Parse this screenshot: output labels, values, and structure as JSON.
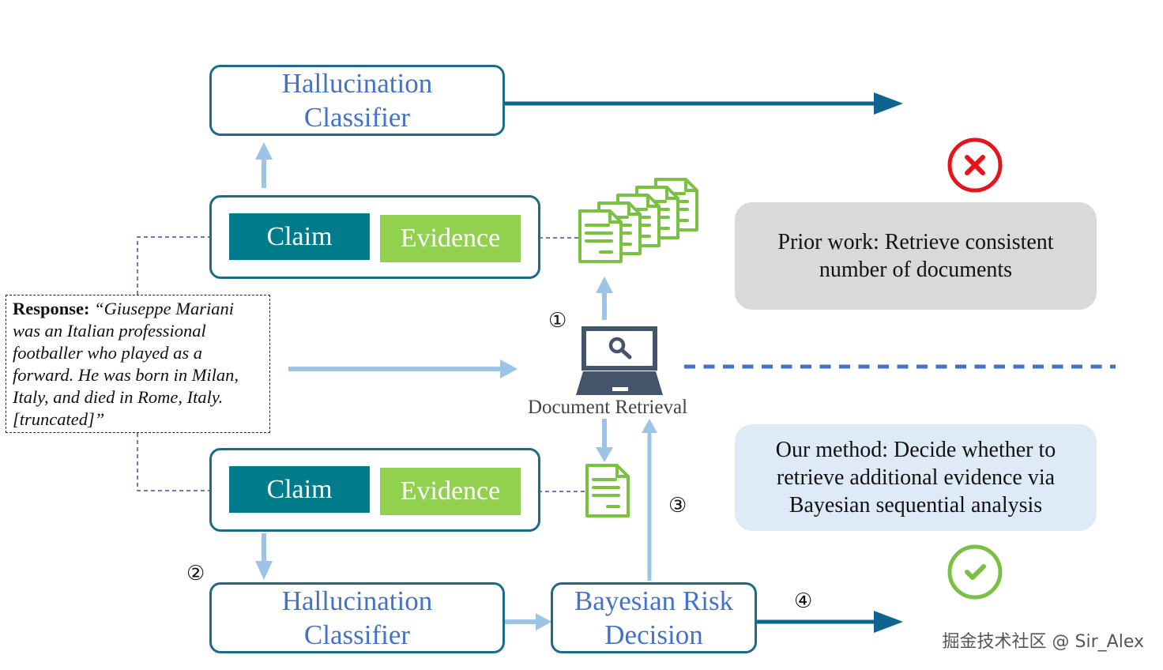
{
  "diagram": {
    "top_pipeline": {
      "classifier_label_line1": "Hallucination",
      "classifier_label_line2": "Classifier",
      "claim_label": "Claim",
      "evidence_label": "Evidence"
    },
    "bottom_pipeline": {
      "classifier_label_line1": "Hallucination",
      "classifier_label_line2": "Classifier",
      "claim_label": "Claim",
      "evidence_label": "Evidence",
      "risk_label_line1": "Bayesian Risk",
      "risk_label_line2": "Decision"
    },
    "response": {
      "prefix": "Response:",
      "text_line1": "“Giuseppe Mariani",
      "text_line2": "was an Italian professional",
      "text_line3": "footballer who played as a",
      "text_line4": "forward. He was born in Milan,",
      "text_line5": "Italy, and died in Rome, Italy.",
      "text_line6": "[truncated]”"
    },
    "retrieval": {
      "label": "Document Retrieval",
      "icon": "laptop-search-icon",
      "multi_doc_count": 5,
      "single_doc_count": 1
    },
    "steps": {
      "step1": "①",
      "step2": "②",
      "step3": "③",
      "step4": "④"
    },
    "notes": {
      "prior_work_line1": "Prior work: Retrieve consistent",
      "prior_work_line2": "number of documents",
      "prior_work_status": "cross-icon",
      "our_method_line1": "Our method: Decide whether to",
      "our_method_line2": "retrieve additional evidence via",
      "our_method_line3": "Bayesian sequential analysis",
      "our_method_status": "check-icon"
    },
    "colors": {
      "box_border": "#1d6a8a",
      "claim_fill": "#007b8a",
      "evidence_fill": "#92d050",
      "label_blue": "#4472c4",
      "light_arrow": "#9dc3e6",
      "dark_arrow": "#0f6390",
      "dashed_connector": "#3f51a0",
      "divider": "#4472c4",
      "prior_work_bg": "#d9d9d9",
      "our_method_bg": "#deebf7",
      "cross_red": "#e8141c",
      "check_green": "#7ac143",
      "laptop": "#44546a",
      "doc_green": "#7ac143"
    },
    "watermark": "掘金技术社区 @ Sir_Alex"
  }
}
